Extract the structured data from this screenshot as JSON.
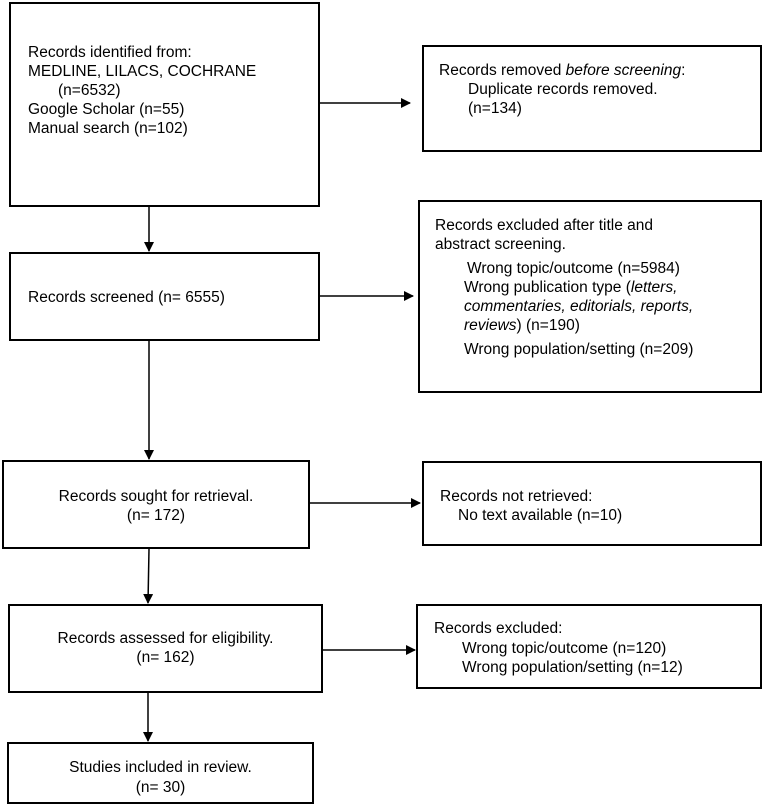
{
  "identification": {
    "line1": "Records identified from:",
    "line2": "MEDLINE, LILACS, COCHRANE",
    "line3": "(n=6532)",
    "line4": "Google Scholar (n=55)",
    "line5": "Manual search (n=102)"
  },
  "removed": {
    "prefix": "Records removed ",
    "emphasis": "before screening",
    "suffix": ":",
    "line2": "Duplicate records removed.",
    "line3": "(n=134)"
  },
  "screened": {
    "label": "Records screened (n= 6555)"
  },
  "excluded_screening": {
    "line1": "Records excluded after title and",
    "line2": "abstract screening.",
    "line3": "Wrong topic/outcome (n=5984)",
    "line4a": "Wrong publication type (",
    "line4b": "letters,",
    "line5": "commentaries, editorials, reports,",
    "line6a": "reviews",
    "line6b": ") (n=190)",
    "line7": "Wrong population/setting (n=209)"
  },
  "retrieval": {
    "line1": "Records sought for retrieval.",
    "line2": "(n= 172)"
  },
  "not_retrieved": {
    "line1": "Records not retrieved:",
    "line2": "No text available (n=10)"
  },
  "eligibility": {
    "line1": "Records assessed for eligibility.",
    "line2": "(n= 162)"
  },
  "excluded_eligibility": {
    "line1": "Records excluded:",
    "line2": "Wrong topic/outcome (n=120)",
    "line3": "Wrong population/setting (n=12)"
  },
  "included": {
    "line1": "Studies included in review.",
    "line2": "(n= 30)"
  }
}
